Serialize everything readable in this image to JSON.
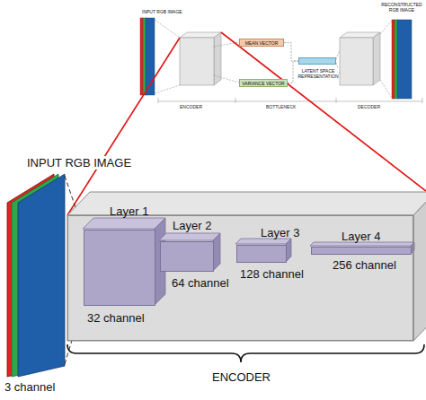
{
  "diagram": {
    "nodes": [
      {
        "text": [
          "INPUT RGB IMAGE"
        ]
      },
      {
        "text": [
          "MEAN VECTOR"
        ]
      },
      {
        "text": [
          "VARIANCE VECTOR"
        ]
      },
      {
        "text": [
          "LATENT SPACE REPRESENTATION"
        ]
      },
      {
        "text": [
          "RECONSTRUCTED RGB IMAGE"
        ]
      },
      {
        "text": [
          "INPUT RGB IMAGE",
          "3 channel"
        ]
      },
      {
        "text": [
          "ENCODER"
        ]
      },
      {
        "text": [
          "Layer 1",
          "32 channel"
        ],
        "in": 6
      },
      {
        "text": [
          "Layer 2",
          "64 channel"
        ],
        "in": 6
      },
      {
        "text": [
          "Layer 3",
          "128 channel"
        ],
        "in": 6
      },
      {
        "text": [
          "Layer 4",
          "256 channel"
        ],
        "in": 6
      }
    ],
    "edges": [
      {
        "from": 1,
        "to": 3,
        "arrow": "none"
      },
      {
        "from": 2,
        "to": 3,
        "arrow": "none"
      },
      {
        "from": 7,
        "to": 8,
        "arrow": "none"
      },
      {
        "from": 8,
        "to": 9,
        "arrow": "none"
      },
      {
        "from": 9,
        "to": 10,
        "arrow": "none"
      }
    ],
    "labels": [
      "ENCODER",
      "BOTTLENECK",
      "DECODER"
    ]
  }
}
